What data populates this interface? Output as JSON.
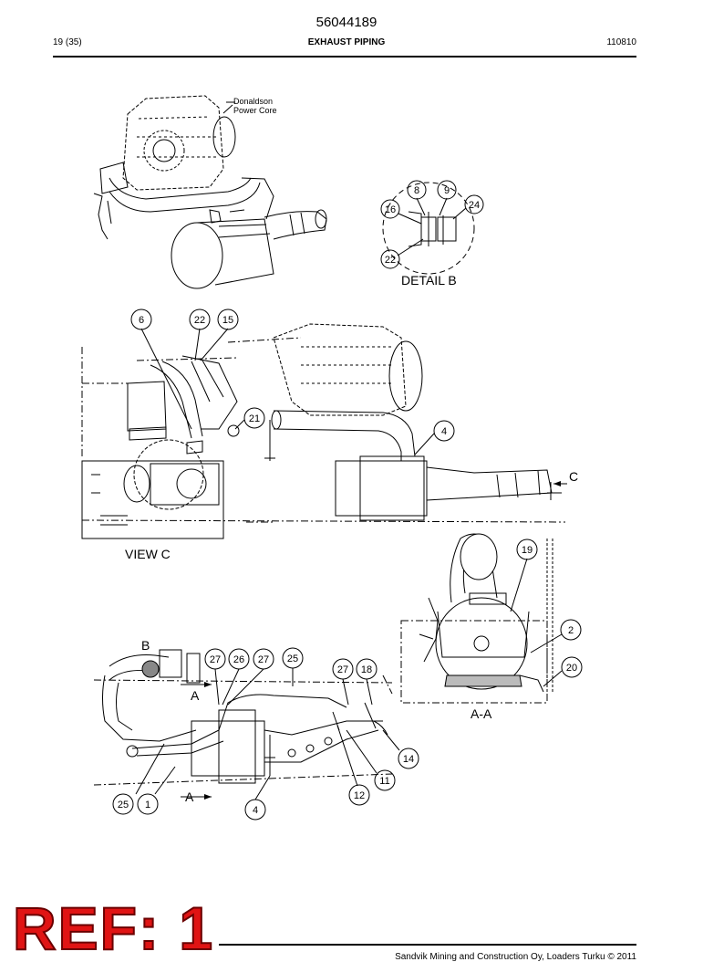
{
  "header": {
    "doc_number": "56044189",
    "page": "19 (35)",
    "title": "EXHAUST PIPING",
    "date_code": "110810"
  },
  "labels": {
    "donaldson": [
      "Donaldson",
      "Power Core"
    ],
    "detail_b": "DETAIL B",
    "view_c": "VIEW C",
    "section_aa": "A-A",
    "marker_c": "C",
    "marker_b": "B",
    "marker_a": "A"
  },
  "callouts": {
    "detail_b": [
      "8",
      "9",
      "24",
      "16",
      "22"
    ],
    "middle": [
      "6",
      "22",
      "15",
      "21",
      "4"
    ],
    "section_aa": [
      "19",
      "2",
      "20"
    ],
    "bottom": [
      "27",
      "26",
      "27",
      "25",
      "27",
      "18",
      "14",
      "11",
      "12",
      "25",
      "1",
      "4"
    ]
  },
  "footer": {
    "ref": "REF: 1",
    "copyright": "Sandvik Mining and Construction Oy, Loaders Turku © 2011"
  }
}
